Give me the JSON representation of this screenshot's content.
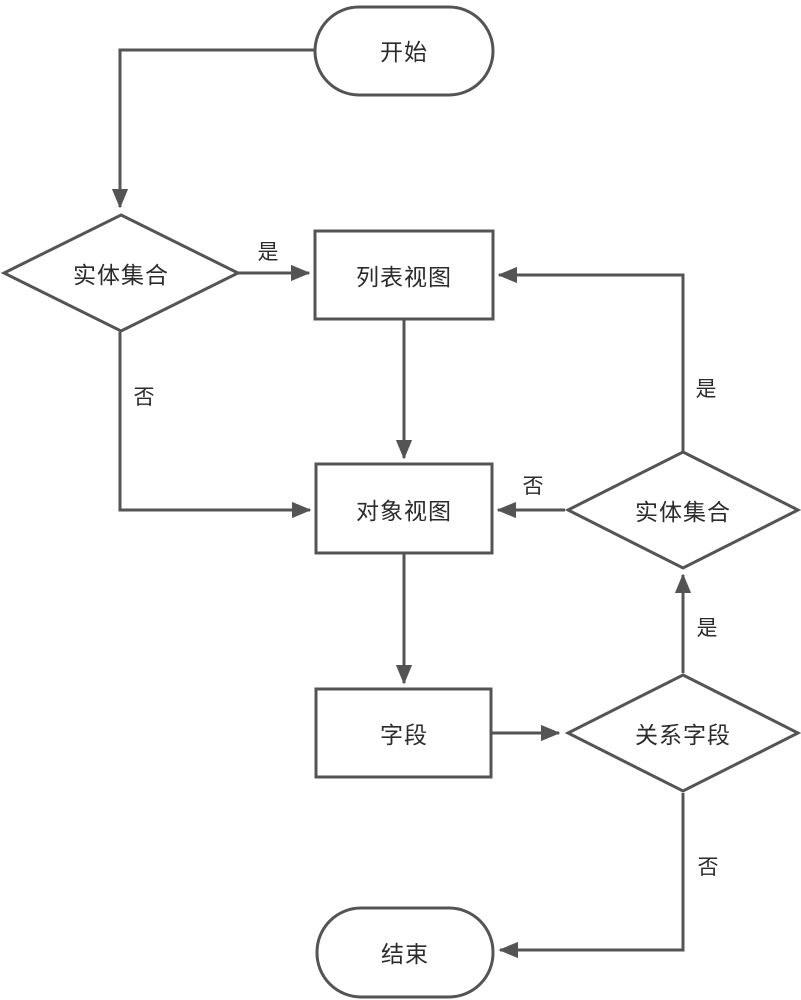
{
  "diagram": {
    "background": "#ffffff",
    "stroke_color": "#545454",
    "text_color": "#2b2b2b",
    "nodes": {
      "start": {
        "label": "开始",
        "type": "terminator"
      },
      "entity_left": {
        "label": "实体集合",
        "type": "decision"
      },
      "list_view": {
        "label": "列表视图",
        "type": "process"
      },
      "object_view": {
        "label": "对象视图",
        "type": "process"
      },
      "entity_right": {
        "label": "实体集合",
        "type": "decision"
      },
      "field": {
        "label": "字段",
        "type": "process"
      },
      "relation": {
        "label": "关系字段",
        "type": "decision"
      },
      "end": {
        "label": "结束",
        "type": "terminator"
      }
    },
    "edge_labels": {
      "left_yes": "是",
      "left_no": "否",
      "right_up_yes": "是",
      "right_no": "否",
      "relation_yes": "是",
      "relation_no": "否"
    }
  }
}
